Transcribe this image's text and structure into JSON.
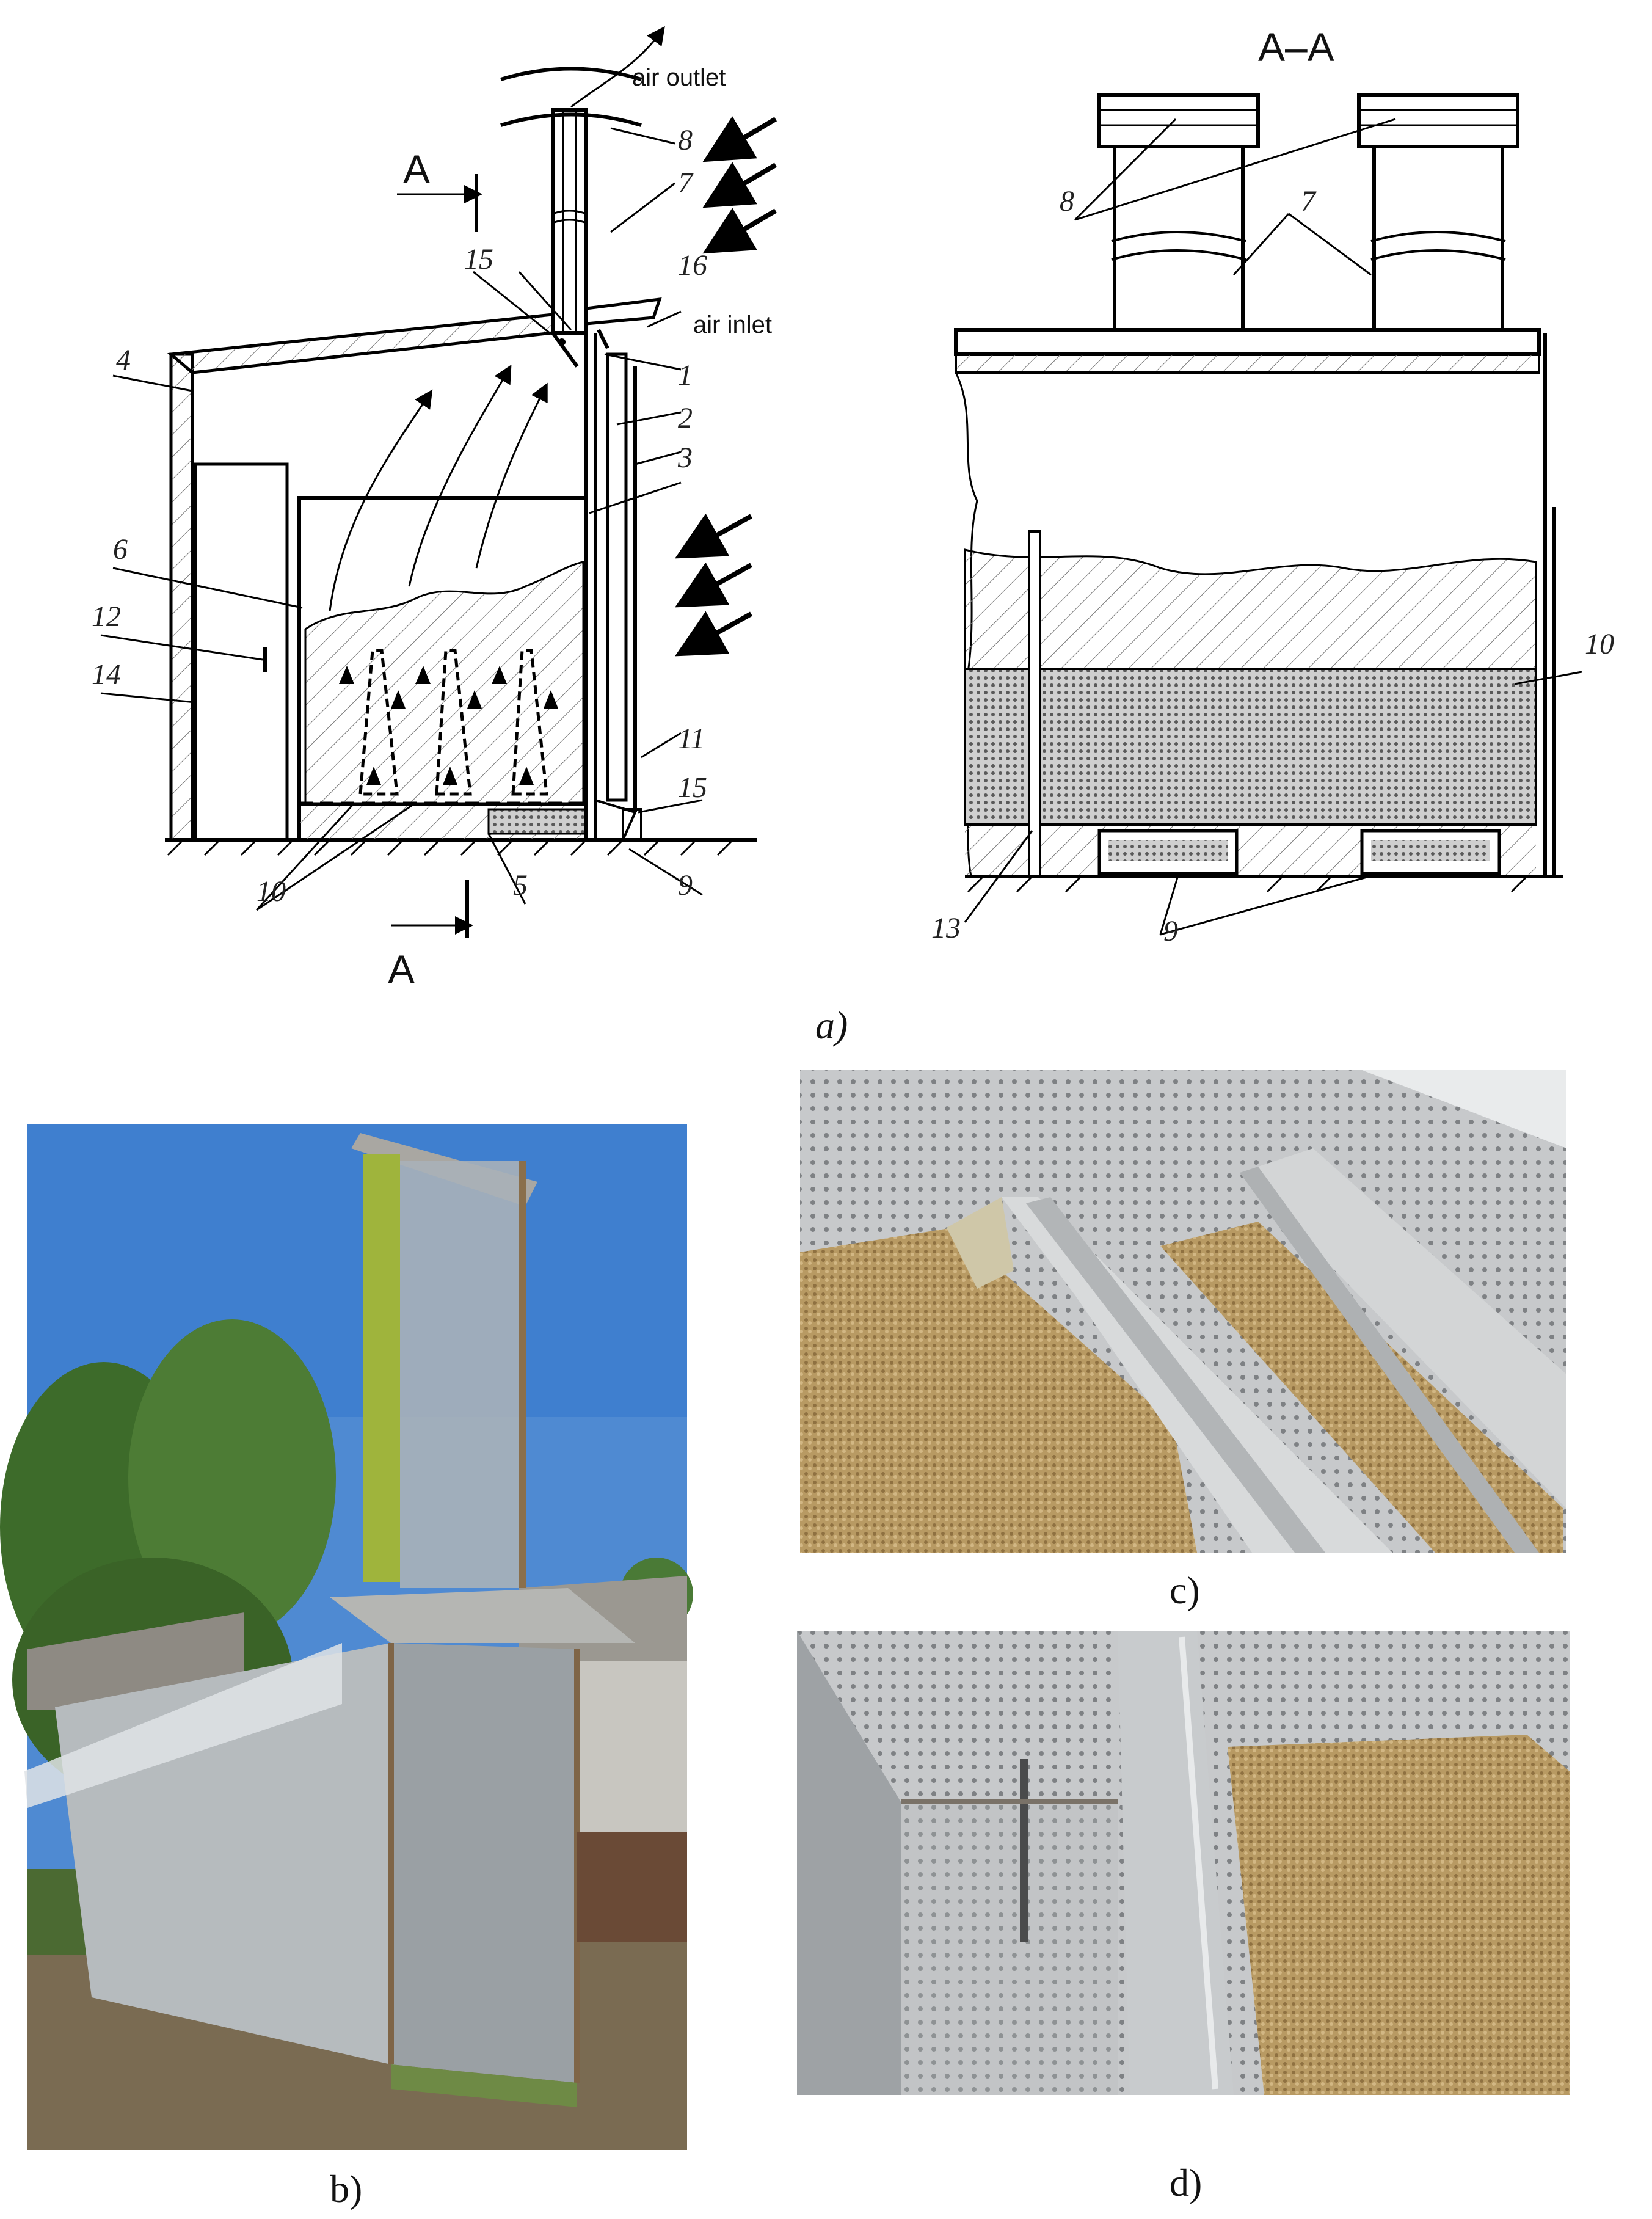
{
  "captions": {
    "a": "a)",
    "b": "b)",
    "c": "c)",
    "d": "d)"
  },
  "annotations": {
    "air_outlet": "air outlet",
    "air_inlet": "air inlet",
    "section_title": "A–A",
    "section_mark": "A"
  },
  "cross_section_labels": [
    "1",
    "2",
    "3",
    "4",
    "5",
    "6",
    "7",
    "8",
    "9",
    "10",
    "11",
    "12",
    "14",
    "15",
    "15",
    "16"
  ],
  "section_view_labels": [
    "7",
    "8",
    "9",
    "10",
    "13"
  ],
  "colors": {
    "sky": "#3f7fcf",
    "grain": "#b89a63",
    "metal": "#c9ccce",
    "line": "#000000"
  }
}
